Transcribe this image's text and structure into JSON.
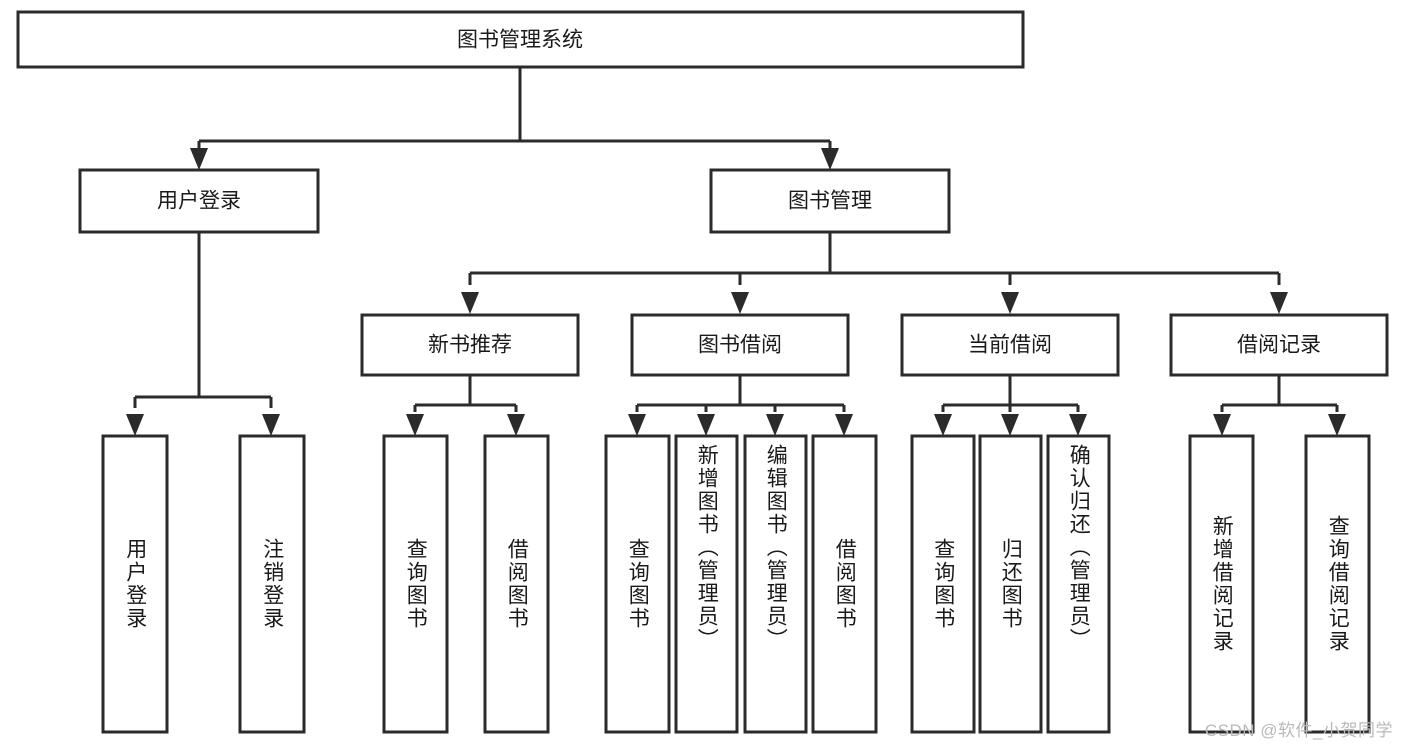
{
  "diagram": {
    "title": "图书管理系统",
    "type": "hierarchy-tree",
    "orientation": "top-down",
    "watermark": "CSDN @软件_小贺同学",
    "colors": {
      "box_stroke": "#2b2b2b",
      "box_fill": "#ffffff",
      "connector": "#2b2b2b",
      "text": "#1a1a1a",
      "watermark": "#b9b9b9",
      "background": "#ffffff"
    }
  },
  "chart_data": {
    "type": "tree",
    "title": "图书管理系统",
    "root": {
      "id": "root",
      "label": "图书管理系统",
      "level": 0,
      "orientation": "horizontal"
    },
    "levels": [
      {
        "level": 1,
        "nodes": [
          {
            "id": "user-login",
            "label": "用户登录",
            "parent": "root"
          },
          {
            "id": "book-manage",
            "label": "图书管理",
            "parent": "root"
          }
        ]
      },
      {
        "level": 2,
        "nodes": [
          {
            "id": "new-book-rec",
            "label": "新书推荐",
            "parent": "book-manage"
          },
          {
            "id": "book-borrow",
            "label": "图书借阅",
            "parent": "book-manage"
          },
          {
            "id": "current-borrow",
            "label": "当前借阅",
            "parent": "book-manage"
          },
          {
            "id": "borrow-record",
            "label": "借阅记录",
            "parent": "book-manage"
          }
        ]
      },
      {
        "level": 3,
        "nodes": [
          {
            "id": "leaf-user-login",
            "label": "用户登录",
            "parent": "user-login"
          },
          {
            "id": "leaf-logout-login",
            "label": "注销登录",
            "parent": "user-login"
          },
          {
            "id": "leaf-query-book-1",
            "label": "查询图书",
            "parent": "new-book-rec"
          },
          {
            "id": "leaf-borrow-book-1",
            "label": "借阅图书",
            "parent": "new-book-rec"
          },
          {
            "id": "leaf-query-book-2",
            "label": "查询图书",
            "parent": "book-borrow"
          },
          {
            "id": "leaf-add-book",
            "label": "新增图书（管理员）",
            "parent": "book-borrow"
          },
          {
            "id": "leaf-edit-book",
            "label": "编辑图书（管理员）",
            "parent": "book-borrow"
          },
          {
            "id": "leaf-borrow-book-2",
            "label": "借阅图书",
            "parent": "book-borrow"
          },
          {
            "id": "leaf-query-book-3",
            "label": "查询图书",
            "parent": "current-borrow"
          },
          {
            "id": "leaf-return-book",
            "label": "归还图书",
            "parent": "current-borrow"
          },
          {
            "id": "leaf-confirm-return",
            "label": "确认归还（管理员）",
            "parent": "current-borrow"
          },
          {
            "id": "leaf-add-record",
            "label": "新增借阅记录",
            "parent": "borrow-record"
          },
          {
            "id": "leaf-query-record",
            "label": "查询借阅记录",
            "parent": "borrow-record"
          }
        ]
      }
    ]
  }
}
